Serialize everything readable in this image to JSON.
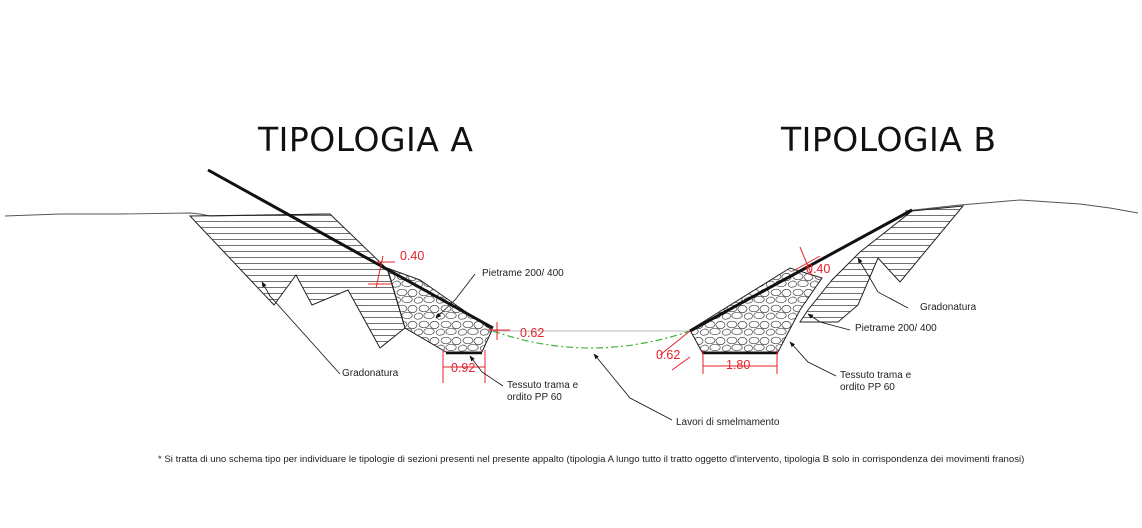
{
  "titles": {
    "a": "TIPOLOGIA A",
    "b": "TIPOLOGIA B"
  },
  "labels": {
    "pietrame_a": "Pietrame 200/ 400",
    "gradonatura_a": "Gradonatura",
    "tessuto_a_line1": "Tessuto trama e",
    "tessuto_a_line2": "ordito PP 60",
    "lavori": "Lavori di smelmamento",
    "gradonatura_b": "Gradonatura",
    "pietrame_b": "Pietrame 200/ 400",
    "tessuto_b_line1": "Tessuto trama e",
    "tessuto_b_line2": "ordito PP 60"
  },
  "dimensions": {
    "a_thickness": "0.40",
    "a_base": "0.92",
    "a_depth": "0.62",
    "b_thickness": "0.40",
    "b_base": "1.80",
    "b_depth": "0.62"
  },
  "footnote": "* Si tratta di uno schema tipo per individuare le tipologie di sezioni presenti nel presente appalto (tipologia A lungo tutto il tratto oggetto d'intervento, tipologia B solo in corrispondenza dei movimenti franosi)",
  "colors": {
    "line": "#111111",
    "dimension": "#e8202a",
    "channel": "#3cb43c"
  }
}
